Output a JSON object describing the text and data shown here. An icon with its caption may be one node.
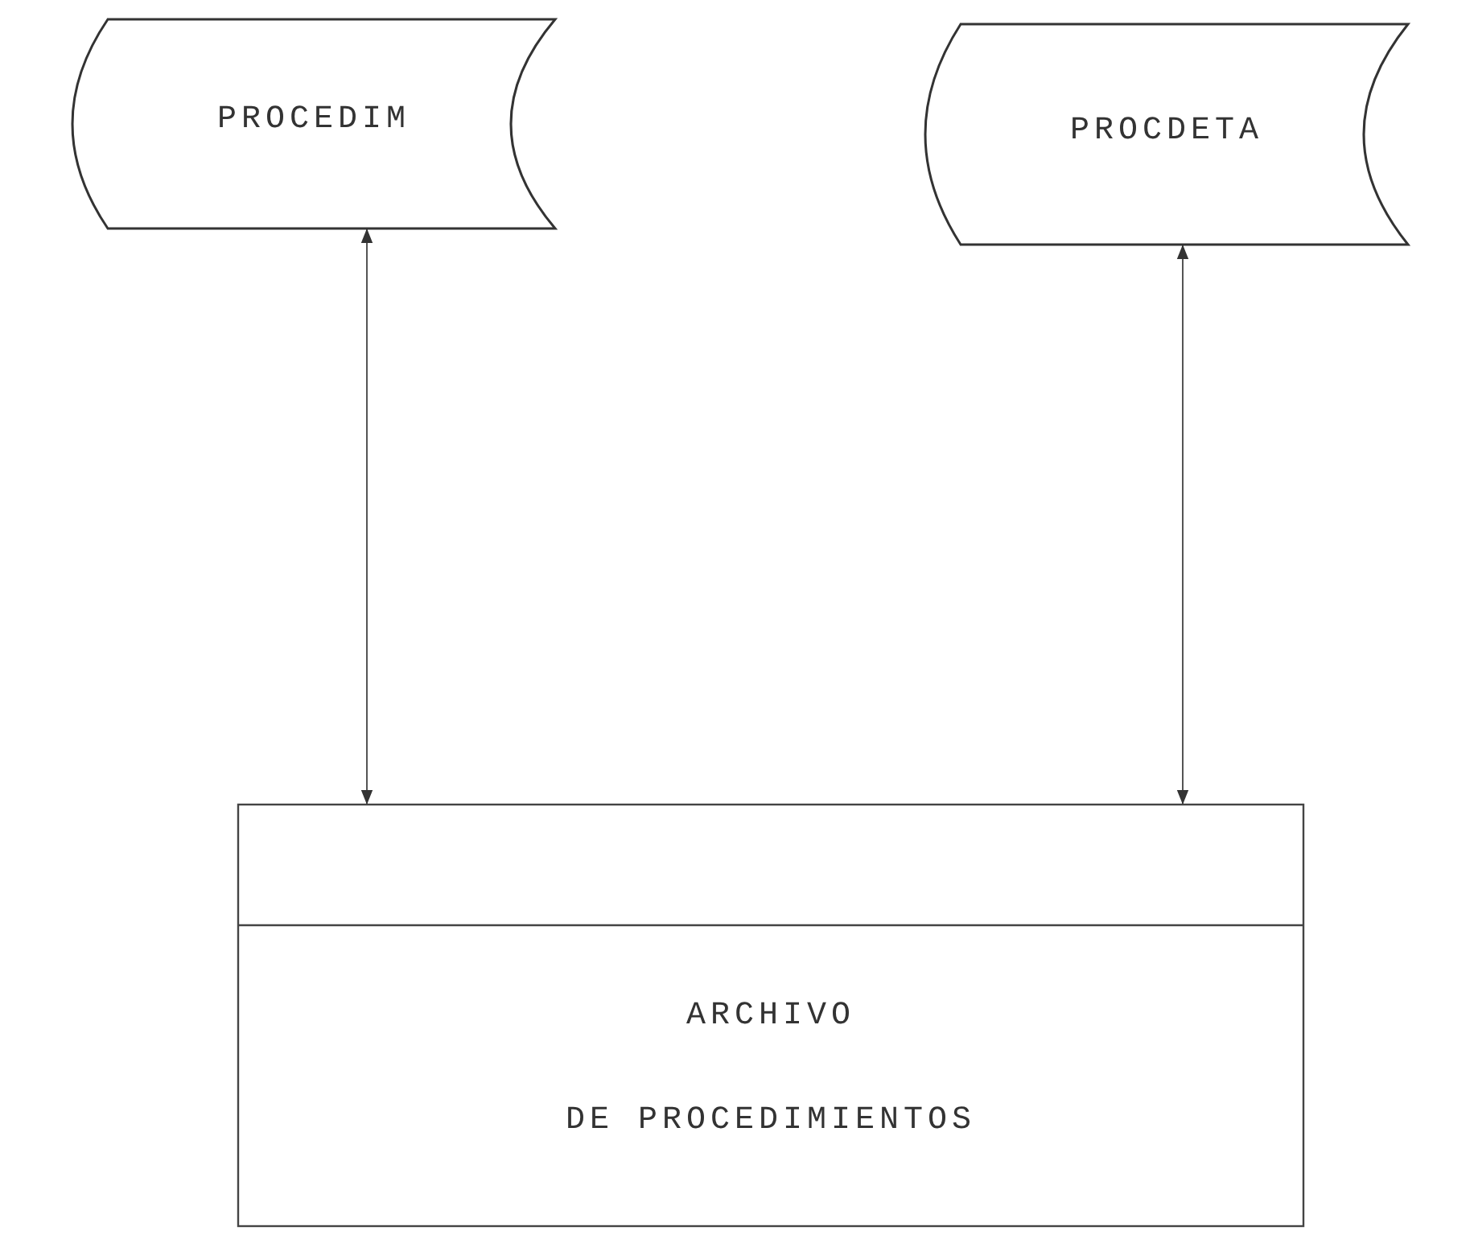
{
  "diagram": {
    "nodes": [
      {
        "text": [
          "PROCEDIM"
        ]
      },
      {
        "text": [
          "PROCDETA"
        ]
      },
      {
        "text": [
          "ARCHIVO",
          "DE PROCEDIMIENTOS"
        ]
      }
    ],
    "edges": [
      {
        "from": 0,
        "to": 2,
        "arrow": "both"
      },
      {
        "from": 1,
        "to": 2,
        "arrow": "both"
      }
    ]
  }
}
